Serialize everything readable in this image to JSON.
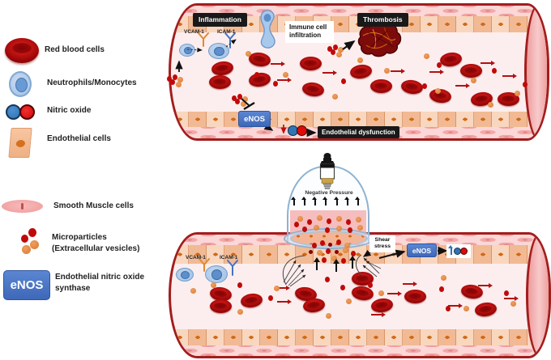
{
  "colors": {
    "vessel_border": "#A31D1D",
    "enos_blue": "#4472C4",
    "label_black_bg": "#191919",
    "rbc_red": "#C01212",
    "microparticle_orange": "#D87830",
    "nitric_oxide_blue": "#2E75B6",
    "nitric_oxide_red": "#DE0A0A",
    "suction_cup_blue": "#8FB2D0"
  },
  "legend": {
    "items": [
      {
        "icon": "red-blood-cell-icon",
        "label": "Red blood cells"
      },
      {
        "icon": "neutrophil-icon",
        "label": "Neutrophils/Monocytes"
      },
      {
        "icon": "nitric-oxide-icon",
        "label": "Nitric oxide"
      },
      {
        "icon": "endothelial-cell-icon",
        "label": "Endothelial cells"
      },
      {
        "icon": "smooth-muscle-icon",
        "label": "Smooth Muscle cells"
      },
      {
        "icon": "microparticles-icon",
        "label": "Microparticles",
        "label2": "(Extracellular vesicles)"
      },
      {
        "icon": "enos-badge",
        "badge": "eNOS",
        "label": "Endothelial nitric oxide",
        "label2": "synthase"
      }
    ]
  },
  "top_vessel": {
    "inflammation": "Inflammation",
    "thrombosis": "Thrombosis",
    "immune_line1": "Immune cell",
    "immune_line2": "infiltration",
    "vcam": "VCAM-1",
    "icam": "ICAM-1",
    "enos": "eNOS",
    "dysfunction": "Endothelial dysfunction"
  },
  "bottom_vessel": {
    "vcam": "VCAM-1",
    "icam": "ICAM-1",
    "negative_pressure": "Negative Pressure",
    "shear_line1": "Shear",
    "shear_line2": "stress",
    "enos": "eNOS"
  },
  "scatter": {
    "top_rbcs": [
      [
        274,
        84
      ],
      [
        271,
        101
      ],
      [
        320,
        73
      ],
      [
        320,
        98
      ],
      [
        383,
        78
      ],
      [
        386,
        110
      ],
      [
        445,
        88
      ],
      [
        470,
        106
      ],
      [
        508,
        107
      ],
      [
        556,
        73
      ],
      [
        581,
        87
      ],
      [
        543,
        118
      ],
      [
        594,
        122
      ],
      [
        627,
        122
      ]
    ],
    "bottom_rbcs": [
      [
        272,
        363
      ],
      [
        310,
        371
      ],
      [
        272,
        378
      ],
      [
        377,
        363
      ],
      [
        387,
        377
      ],
      [
        447,
        344
      ],
      [
        447,
        362
      ],
      [
        471,
        377
      ],
      [
        512,
        366
      ],
      [
        582,
        360
      ],
      [
        599,
        382
      ]
    ],
    "top_flow_arrows": [
      [
        334,
        78
      ],
      [
        342,
        98
      ],
      [
        398,
        89
      ],
      [
        482,
        87
      ],
      [
        530,
        88
      ],
      [
        593,
        77
      ],
      [
        562,
        105
      ],
      [
        620,
        93
      ]
    ],
    "bottom_flow_arrows": [
      [
        340,
        355
      ],
      [
        342,
        372
      ],
      [
        497,
        350
      ],
      [
        478,
        362
      ],
      [
        553,
        377
      ],
      [
        590,
        352
      ],
      [
        622,
        368
      ],
      [
        458,
        388
      ]
    ],
    "top_red_dots": [
      [
        317,
        92
      ],
      [
        340,
        103
      ],
      [
        424,
        100
      ],
      [
        542,
        80
      ],
      [
        610,
        87
      ],
      [
        648,
        104
      ],
      [
        524,
        106
      ]
    ],
    "top_orange_dots": [
      [
        306,
        66
      ],
      [
        352,
        92
      ],
      [
        413,
        119
      ],
      [
        444,
        74
      ],
      [
        526,
        69
      ],
      [
        540,
        112
      ],
      [
        584,
        99
      ],
      [
        638,
        115
      ],
      [
        605,
        129
      ],
      [
        477,
        87
      ]
    ],
    "bottom_red_dots": [
      [
        296,
        352
      ],
      [
        334,
        368
      ],
      [
        423,
        355
      ],
      [
        457,
        352
      ],
      [
        545,
        357
      ],
      [
        553,
        381
      ],
      [
        625,
        362
      ],
      [
        404,
        345
      ]
    ],
    "bottom_orange_dots": [
      [
        238,
        359
      ],
      [
        263,
        352
      ],
      [
        341,
        356
      ],
      [
        405,
        390
      ],
      [
        430,
        372
      ],
      [
        547,
        343
      ],
      [
        575,
        381
      ],
      [
        633,
        375
      ],
      [
        296,
        385
      ],
      [
        470,
        362
      ]
    ],
    "microparticle_clusters": [
      [
        213,
        92
      ],
      [
        411,
        55
      ],
      [
        293,
        116
      ]
    ],
    "cup_inner_dots": [
      [
        370,
        270,
        "o"
      ],
      [
        382,
        274,
        "r"
      ],
      [
        394,
        269,
        "o"
      ],
      [
        406,
        273,
        "r"
      ],
      [
        418,
        270,
        "o"
      ],
      [
        430,
        274,
        "r"
      ],
      [
        442,
        271,
        "o"
      ],
      [
        376,
        283,
        "r"
      ],
      [
        390,
        281,
        "o"
      ],
      [
        404,
        284,
        "r"
      ],
      [
        418,
        282,
        "o"
      ],
      [
        432,
        284,
        "r"
      ],
      [
        444,
        281,
        "o"
      ],
      [
        366,
        277,
        "r"
      ]
    ],
    "cup_rise_dots": [
      [
        388,
        303,
        "r"
      ],
      [
        398,
        300,
        "r"
      ],
      [
        408,
        303,
        "d"
      ],
      [
        418,
        299,
        "r"
      ],
      [
        428,
        303,
        "o"
      ],
      [
        394,
        312,
        "o"
      ],
      [
        405,
        310,
        "r"
      ],
      [
        416,
        312,
        "d"
      ],
      [
        426,
        309,
        "o"
      ],
      [
        436,
        313,
        "r"
      ],
      [
        400,
        321,
        "r"
      ],
      [
        412,
        319,
        "o"
      ],
      [
        424,
        322,
        "r"
      ],
      [
        384,
        312,
        "d"
      ]
    ],
    "cup_row_arrows": [
      [
        362,
        247
      ],
      [
        375,
        247
      ],
      [
        388,
        247
      ],
      [
        401,
        247
      ],
      [
        415,
        247
      ],
      [
        428,
        247
      ],
      [
        441,
        247
      ]
    ],
    "lumen_up_arrows": [
      [
        390,
        323
      ],
      [
        414,
        325
      ],
      [
        434,
        321
      ]
    ]
  }
}
